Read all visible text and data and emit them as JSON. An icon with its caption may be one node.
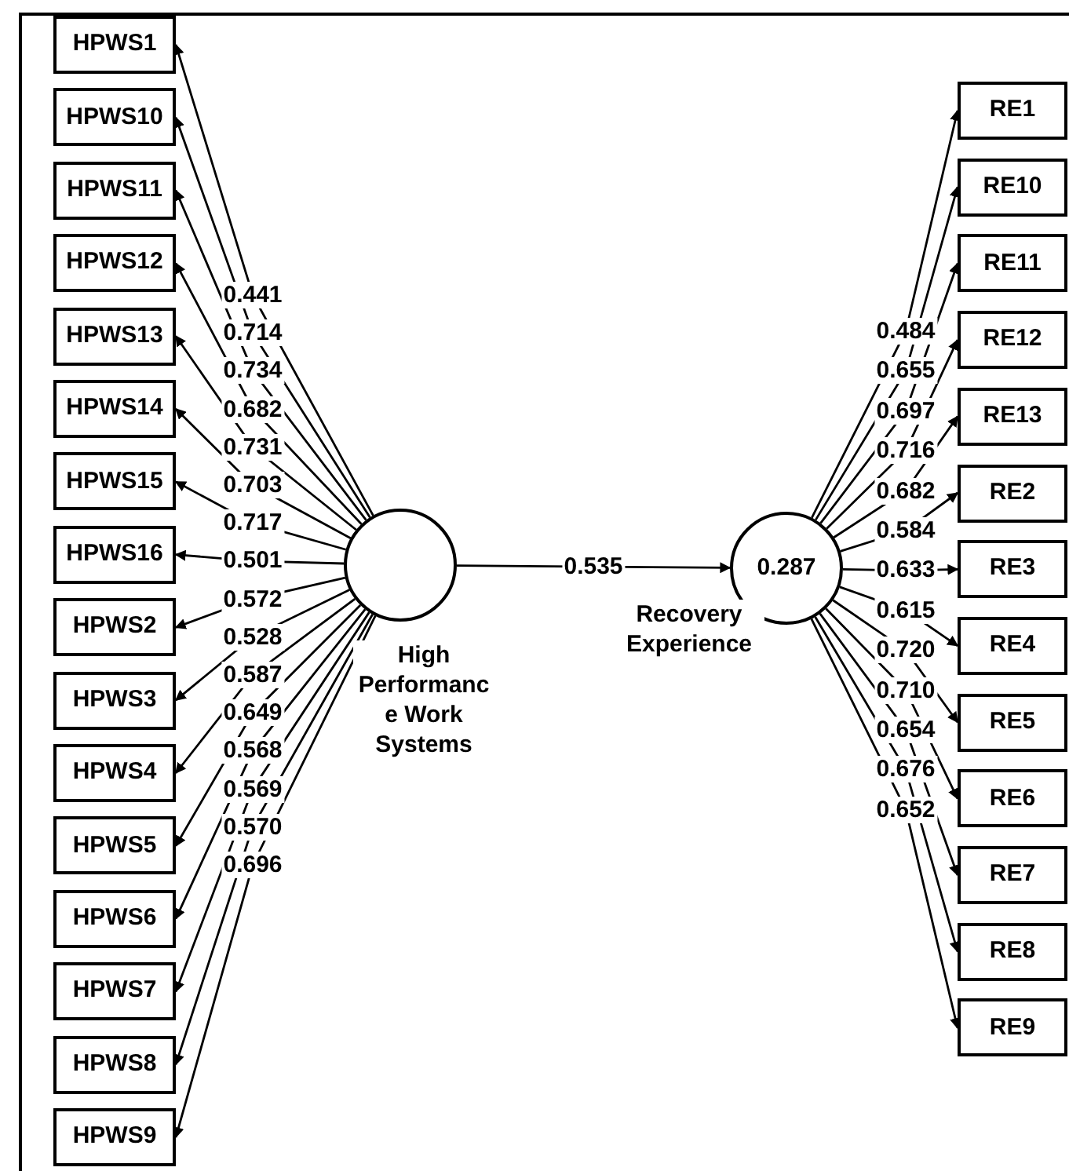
{
  "diagram": {
    "nodes": [
      {
        "text": [
          "High Performanc e Work Systems"
        ]
      },
      {
        "text": [
          "0.287",
          "Recovery Experience"
        ]
      },
      {
        "text": [
          "HPWS1"
        ]
      },
      {
        "text": [
          "HPWS10"
        ]
      },
      {
        "text": [
          "HPWS11"
        ]
      },
      {
        "text": [
          "HPWS12"
        ]
      },
      {
        "text": [
          "HPWS13"
        ]
      },
      {
        "text": [
          "HPWS14"
        ]
      },
      {
        "text": [
          "HPWS15"
        ]
      },
      {
        "text": [
          "HPWS16"
        ]
      },
      {
        "text": [
          "HPWS2"
        ]
      },
      {
        "text": [
          "HPWS3"
        ]
      },
      {
        "text": [
          "HPWS4"
        ]
      },
      {
        "text": [
          "HPWS5"
        ]
      },
      {
        "text": [
          "HPWS6"
        ]
      },
      {
        "text": [
          "HPWS7"
        ]
      },
      {
        "text": [
          "HPWS8"
        ]
      },
      {
        "text": [
          "HPWS9"
        ]
      },
      {
        "text": [
          "RE1"
        ]
      },
      {
        "text": [
          "RE10"
        ]
      },
      {
        "text": [
          "RE11"
        ]
      },
      {
        "text": [
          "RE12"
        ]
      },
      {
        "text": [
          "RE13"
        ]
      },
      {
        "text": [
          "RE2"
        ]
      },
      {
        "text": [
          "RE3"
        ]
      },
      {
        "text": [
          "RE4"
        ]
      },
      {
        "text": [
          "RE5"
        ]
      },
      {
        "text": [
          "RE6"
        ]
      },
      {
        "text": [
          "RE7"
        ]
      },
      {
        "text": [
          "RE8"
        ]
      },
      {
        "text": [
          "RE9"
        ]
      }
    ],
    "edges": [
      {
        "from": 0,
        "to": 1,
        "arrow": "to",
        "label": "0.535"
      },
      {
        "from": 0,
        "to": 2,
        "arrow": "to",
        "label": "0.441"
      },
      {
        "from": 0,
        "to": 3,
        "arrow": "to",
        "label": "0.714"
      },
      {
        "from": 0,
        "to": 4,
        "arrow": "to",
        "label": "0.734"
      },
      {
        "from": 0,
        "to": 5,
        "arrow": "to",
        "label": "0.682"
      },
      {
        "from": 0,
        "to": 6,
        "arrow": "to",
        "label": "0.731"
      },
      {
        "from": 0,
        "to": 7,
        "arrow": "to",
        "label": "0.703"
      },
      {
        "from": 0,
        "to": 8,
        "arrow": "to",
        "label": "0.717"
      },
      {
        "from": 0,
        "to": 9,
        "arrow": "to",
        "label": "0.501"
      },
      {
        "from": 0,
        "to": 10,
        "arrow": "to",
        "label": "0.572"
      },
      {
        "from": 0,
        "to": 11,
        "arrow": "to",
        "label": "0.528"
      },
      {
        "from": 0,
        "to": 12,
        "arrow": "to",
        "label": "0.587"
      },
      {
        "from": 0,
        "to": 13,
        "arrow": "to",
        "label": "0.649"
      },
      {
        "from": 0,
        "to": 14,
        "arrow": "to",
        "label": "0.568"
      },
      {
        "from": 0,
        "to": 15,
        "arrow": "to",
        "label": "0.569"
      },
      {
        "from": 0,
        "to": 16,
        "arrow": "to",
        "label": "0.570"
      },
      {
        "from": 0,
        "to": 17,
        "arrow": "to",
        "label": "0.696"
      },
      {
        "from": 1,
        "to": 18,
        "arrow": "to",
        "label": "0.484"
      },
      {
        "from": 1,
        "to": 19,
        "arrow": "to",
        "label": "0.655"
      },
      {
        "from": 1,
        "to": 20,
        "arrow": "to",
        "label": "0.697"
      },
      {
        "from": 1,
        "to": 21,
        "arrow": "to",
        "label": "0.716"
      },
      {
        "from": 1,
        "to": 22,
        "arrow": "to",
        "label": "0.682"
      },
      {
        "from": 1,
        "to": 23,
        "arrow": "to",
        "label": "0.584"
      },
      {
        "from": 1,
        "to": 24,
        "arrow": "to",
        "label": "0.633"
      },
      {
        "from": 1,
        "to": 25,
        "arrow": "to",
        "label": "0.615"
      },
      {
        "from": 1,
        "to": 26,
        "arrow": "to",
        "label": "0.720"
      },
      {
        "from": 1,
        "to": 27,
        "arrow": "to",
        "label": "0.710"
      },
      {
        "from": 1,
        "to": 28,
        "arrow": "to",
        "label": "0.654"
      },
      {
        "from": 1,
        "to": 29,
        "arrow": "to",
        "label": "0.676"
      },
      {
        "from": 1,
        "to": 30,
        "arrow": "to",
        "label": "0.652"
      }
    ]
  }
}
